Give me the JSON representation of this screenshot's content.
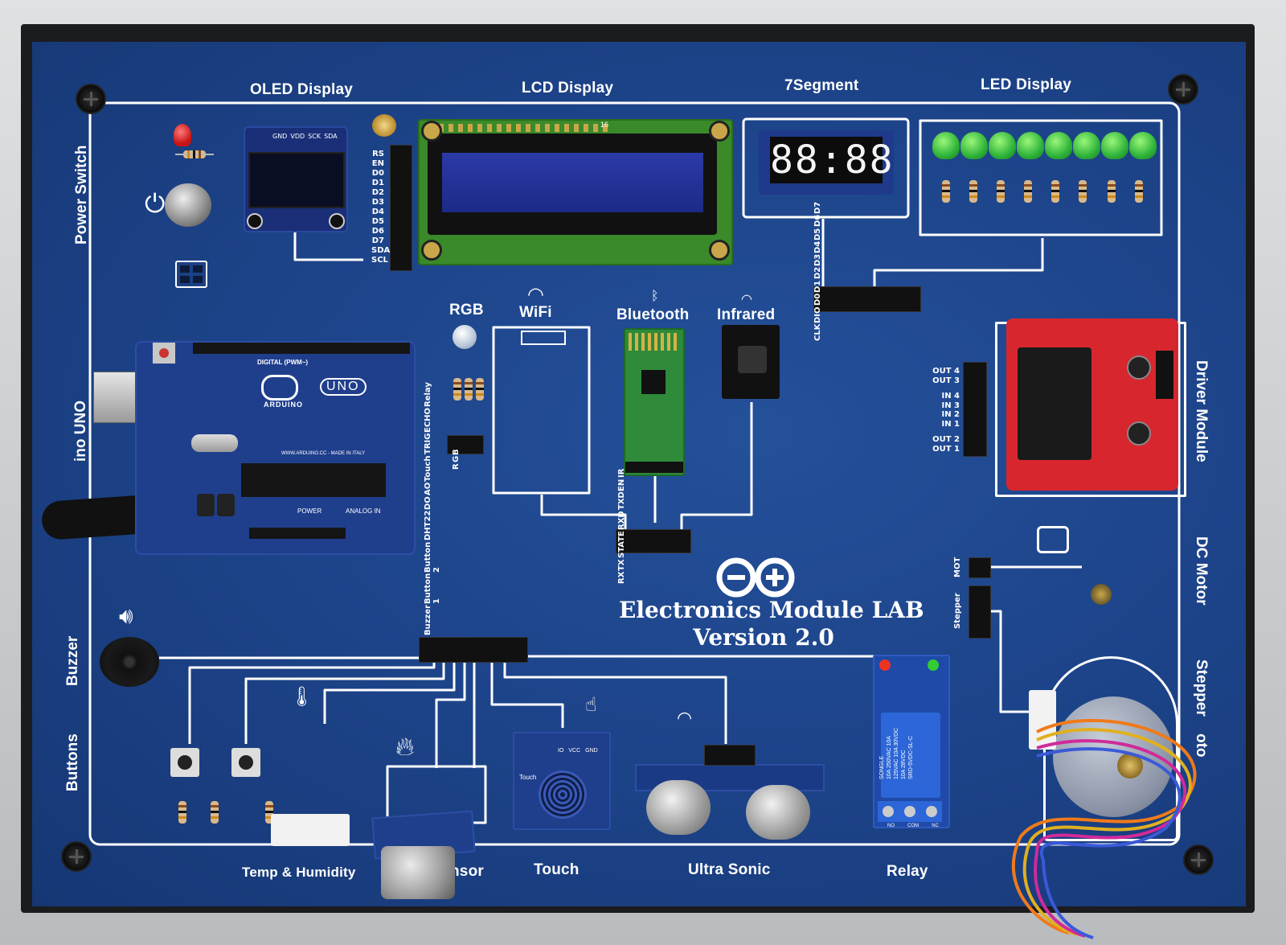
{
  "board": {
    "title_line1": "Electronics Module LAB",
    "title_line2": "Version 2.0",
    "logo": "arduino-infinity-logo"
  },
  "labels": {
    "oled": "OLED Display",
    "lcd": "LCD Display",
    "seven_segment": "7Segment",
    "led_display": "LED Display",
    "power_switch": "Power Switch",
    "arduino": "ino UNO",
    "rgb": "RGB",
    "wifi": "WiFi",
    "bluetooth": "Bluetooth",
    "infrared": "Infrared",
    "driver_module": "Driver Module",
    "dc_motor": "DC Motor",
    "stepper": "Stepper",
    "stepper_tail": "oto",
    "buzzer": "Buzzer",
    "buttons": "Buttons",
    "temp_humidity": "Temp & Humidity",
    "gas_sensor_tail": "nsor",
    "touch": "Touch",
    "ultrasonic": "Ultra Sonic",
    "relay": "Relay"
  },
  "lcd_pins": [
    "RS",
    "EN",
    "D0",
    "D1",
    "D2",
    "D3",
    "D4",
    "D5",
    "D6",
    "D7",
    "SDA",
    "SCL"
  ],
  "lcd_pin_count": "16",
  "seven_seg_pins": [
    "CLK",
    "DIO",
    "D0",
    "D1",
    "D2",
    "D3",
    "D4",
    "D5",
    "D6",
    "D7"
  ],
  "seven_seg_digits": "88:88",
  "comm_pins": [
    "RX",
    "TX",
    "STATE",
    "RXD",
    "TXD",
    "EN",
    "IR"
  ],
  "rgb_pins": [
    "R",
    "G",
    "B"
  ],
  "sensor_pins": [
    "Buzzer",
    "Button 1",
    "Button 2",
    "DHT22",
    "DO",
    "AO",
    "Touch",
    "TRIG",
    "ECHO",
    "Relay"
  ],
  "driver_pins": [
    "OUT 4",
    "OUT 3",
    "IN 4",
    "IN 3",
    "IN 2",
    "IN 1",
    "OUT 2",
    "OUT 1"
  ],
  "motor_pins": [
    "MOT",
    "Stepper"
  ],
  "arduino_board": {
    "brand": "ARDUINO",
    "model": "UNO",
    "digital": "DIGITAL (PWM~)",
    "power": "POWER",
    "analog": "ANALOG IN",
    "made_in": "WWW.ARDUINO.CC - MADE IN ITALY"
  },
  "relay_module": {
    "model": "SRD-5VDC-SL-C",
    "brand": "SONGLE",
    "ratings": "10A 250VAC 10A 125VAC 10A 30VDC 10A 28VDC",
    "terminals": [
      "NO",
      "COM",
      "NC"
    ]
  },
  "touch_module": {
    "label": "Touch",
    "pins": [
      "IO",
      "VCC",
      "GND"
    ]
  },
  "oled_module": {
    "pins": [
      "GND",
      "VDD",
      "SCK",
      "SDA"
    ]
  },
  "colors": {
    "board_blue": "#1c4287",
    "pcb_blue": "#1f3f8c",
    "driver_red": "#d8262e",
    "lcd_green": "#3a8a2a",
    "lcd_screen": "#1f2b86"
  }
}
